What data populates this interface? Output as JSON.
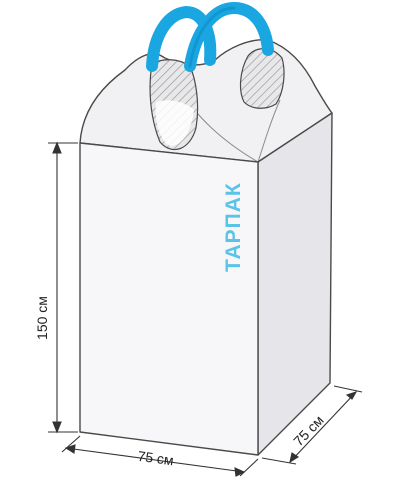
{
  "diagram": {
    "brand_label": "ТАРПАК",
    "dimensions": {
      "height": "150 см",
      "width": "75 см",
      "depth": "75 см"
    }
  },
  "colors": {
    "background": "#ffffff",
    "bag_front": "#f7f7f9",
    "bag_side": "#e6e6ea",
    "bag_top": "#f1f1f3",
    "outline": "#4a4a4a",
    "handle": "#1aa6e1",
    "handle_dark": "#0e8cc6",
    "brand": "#5cc3e8",
    "dimension_line": "#333333"
  },
  "icons": {
    "handles": "loop-handle-icon"
  }
}
